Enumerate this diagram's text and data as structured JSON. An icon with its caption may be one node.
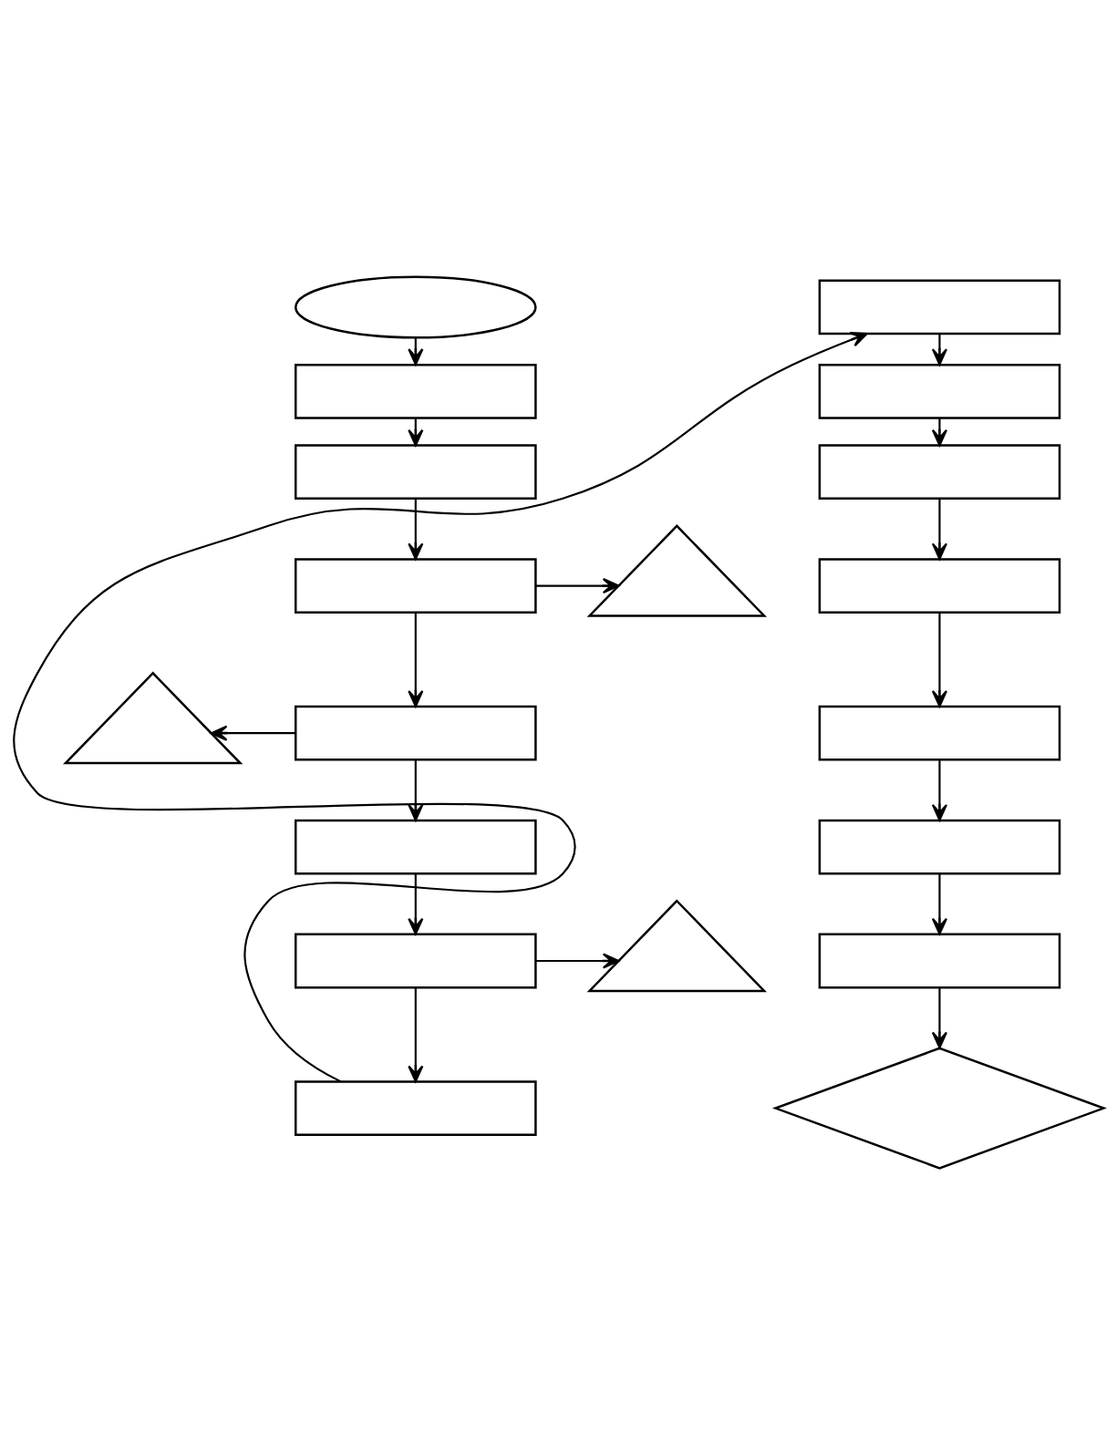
{
  "diagram": {
    "nodes": [
      {
        "text": [],
        "shape": "ellipse"
      },
      {
        "text": [],
        "shape": "box"
      },
      {
        "text": [],
        "shape": "box"
      },
      {
        "text": [],
        "shape": "box"
      },
      {
        "text": [],
        "shape": "box"
      },
      {
        "text": [],
        "shape": "box"
      },
      {
        "text": [],
        "shape": "box"
      },
      {
        "text": [],
        "shape": "box"
      },
      {
        "text": [],
        "shape": "triangle"
      },
      {
        "text": [],
        "shape": "triangle"
      },
      {
        "text": [],
        "shape": "triangle"
      },
      {
        "text": [],
        "shape": "box"
      },
      {
        "text": [],
        "shape": "box"
      },
      {
        "text": [],
        "shape": "box"
      },
      {
        "text": [],
        "shape": "box"
      },
      {
        "text": [],
        "shape": "box"
      },
      {
        "text": [],
        "shape": "box"
      },
      {
        "text": [],
        "shape": "box"
      },
      {
        "text": [],
        "shape": "diamond"
      }
    ],
    "edges": [
      {
        "from": 0,
        "to": 1,
        "arrow": "to"
      },
      {
        "from": 1,
        "to": 2,
        "arrow": "to"
      },
      {
        "from": 2,
        "to": 3,
        "arrow": "to"
      },
      {
        "from": 3,
        "to": 4,
        "arrow": "to"
      },
      {
        "from": 4,
        "to": 5,
        "arrow": "to"
      },
      {
        "from": 5,
        "to": 6,
        "arrow": "to"
      },
      {
        "from": 6,
        "to": 7,
        "arrow": "to"
      },
      {
        "from": 3,
        "to": 8,
        "arrow": "to"
      },
      {
        "from": 4,
        "to": 9,
        "arrow": "to"
      },
      {
        "from": 6,
        "to": 10,
        "arrow": "to"
      },
      {
        "from": 7,
        "to": 11,
        "arrow": "to"
      },
      {
        "from": 11,
        "to": 12,
        "arrow": "to"
      },
      {
        "from": 12,
        "to": 13,
        "arrow": "to"
      },
      {
        "from": 13,
        "to": 14,
        "arrow": "to"
      },
      {
        "from": 14,
        "to": 15,
        "arrow": "to"
      },
      {
        "from": 15,
        "to": 16,
        "arrow": "to"
      },
      {
        "from": 16,
        "to": 17,
        "arrow": "to"
      },
      {
        "from": 17,
        "to": 18,
        "arrow": "to"
      }
    ]
  }
}
